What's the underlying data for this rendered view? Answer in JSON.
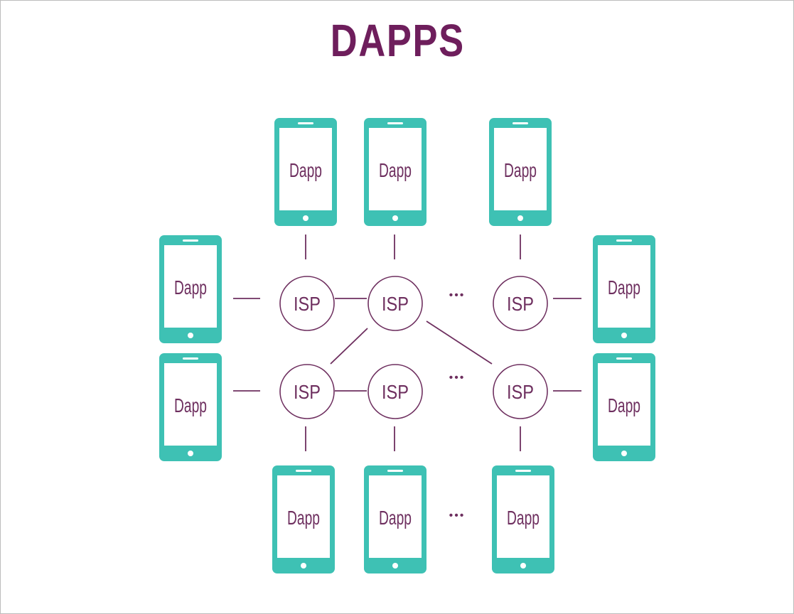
{
  "title": "DAPPS",
  "colors": {
    "title": "#6e1e5c",
    "phone": "#3ec1b4",
    "network": "#6e2f5f",
    "text": "#6e2f5f"
  },
  "labels": {
    "dapp": "Dapp",
    "isp": "ISP",
    "ellipsis": "•••"
  },
  "nodes": {
    "phones": [
      "Dapp",
      "Dapp",
      "Dapp",
      "Dapp",
      "Dapp",
      "Dapp",
      "Dapp",
      "Dapp",
      "Dapp",
      "Dapp"
    ],
    "isps": [
      "ISP",
      "ISP",
      "ISP",
      "ISP",
      "ISP",
      "ISP"
    ]
  }
}
